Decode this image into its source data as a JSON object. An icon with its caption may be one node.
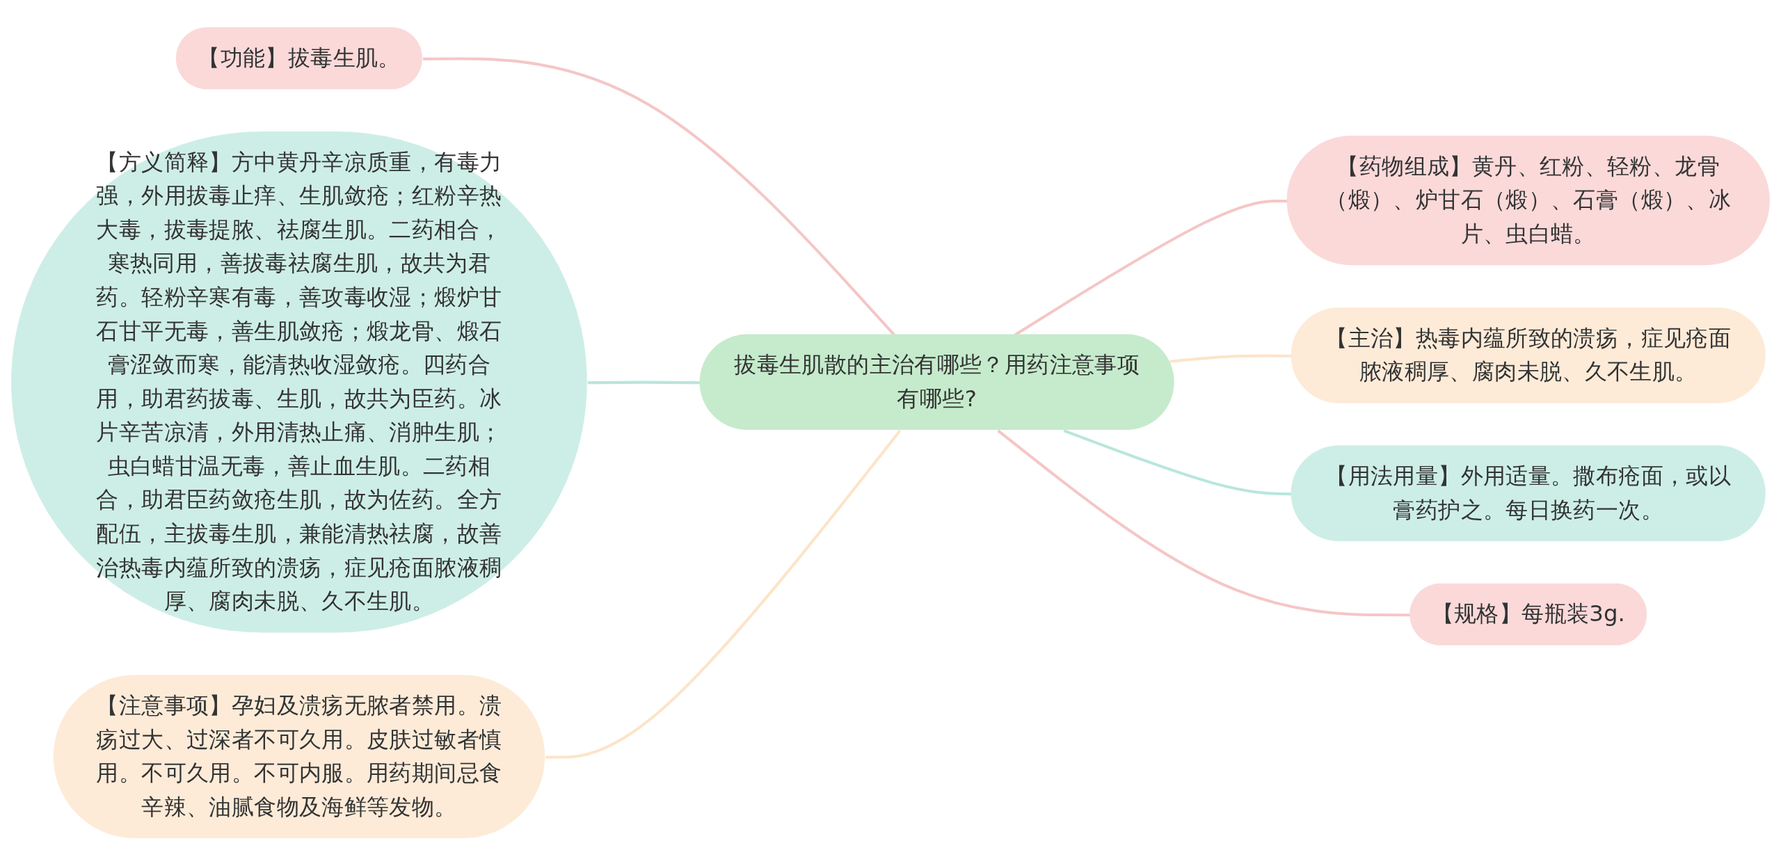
{
  "diagram": {
    "nodes": [
      {
        "text": [
          "拔毒生肌散的主治有哪些？用药注意事项有哪些?"
        ]
      },
      {
        "text": [
          "【功能】拔毒生肌。"
        ]
      },
      {
        "text": [
          "【方义简释】方中黄丹辛凉质重，有毒力强，外用拔毒止痒、生肌敛疮；红粉辛热大毒，拔毒提脓、祛腐生肌。二药相合，寒热同用，善拔毒祛腐生肌，故共为君药。轻粉辛寒有毒，善攻毒收湿；煅炉甘石甘平无毒，善生肌敛疮；煅龙骨、煅石膏涩敛而寒，能清热收湿敛疮。四药合用，助君药拔毒、生肌，故共为臣药。冰片辛苦凉清，外用清热止痛、消肿生肌；虫白蜡甘温无毒，善止血生肌。二药相合，助君臣药敛疮生肌，故为佐药。全方配伍，主拔毒生肌，兼能清热祛腐，故善治热毒内蕴所致的溃疡，症见疮面脓液稠厚、腐肉未脱、久不生肌。"
        ]
      },
      {
        "text": [
          "【注意事项】孕妇及溃疡无脓者禁用。溃疡过大、过深者不可久用。皮肤过敏者慎用。不可久用。不可内服。用药期间忌食辛辣、油腻食物及海鲜等发物。"
        ]
      },
      {
        "text": [
          "【药物组成】黄丹、红粉、轻粉、龙骨（煅）、炉甘石（煅）、石膏（煅）、冰片、虫白蜡。"
        ]
      },
      {
        "text": [
          "【主治】热毒内蕴所致的溃疡，症见疮面脓液稠厚、腐肉未脱、久不生肌。"
        ]
      },
      {
        "text": [
          "【用法用量】外用适量。撒布疮面，或以膏药护之。每日换药一次。"
        ]
      },
      {
        "text": [
          "【规格】每瓶装3g."
        ]
      }
    ],
    "edges": [
      {
        "from": 0,
        "to": 1,
        "arrow": "none"
      },
      {
        "from": 0,
        "to": 2,
        "arrow": "none",
        "color": "#b8e6dc"
      },
      {
        "from": 0,
        "to": 3,
        "arrow": "none",
        "color": "#fde4c8"
      },
      {
        "from": 0,
        "to": 4,
        "arrow": "none"
      },
      {
        "from": 0,
        "to": 5,
        "arrow": "none",
        "color": "#fde4c8"
      },
      {
        "from": 0,
        "to": 6,
        "arrow": "none",
        "color": "#b8e6dc"
      },
      {
        "from": 0,
        "to": 7,
        "arrow": "none"
      }
    ]
  }
}
